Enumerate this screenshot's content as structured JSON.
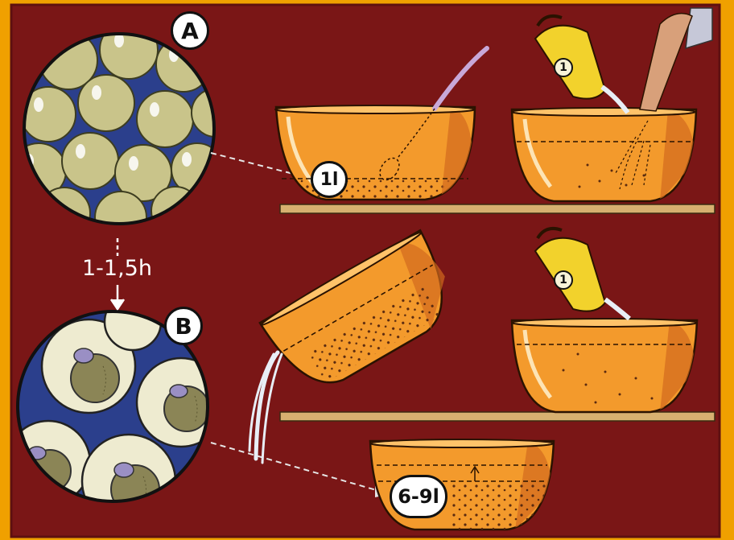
{
  "colors": {
    "border": "#f0a000",
    "background": "#7a1616",
    "shelf": "#d7b070",
    "bowl": "#f39a2c",
    "bowl_rim": "#ffc36a",
    "bowl_edge": "#d2691e",
    "seed_dry": "#c9c48a",
    "seed_soaked": "#8b8556",
    "seed_gap_blue": "#2b3f8c",
    "water": "#e8eef6",
    "cup": "#f2d22c"
  },
  "labels": {
    "stage_a": "A",
    "stage_b": "B",
    "duration": "1-1,5h",
    "volume_first": "1l",
    "volume_final": "6-9l",
    "cup_top": "1",
    "cup_middle": "1"
  },
  "icons": [
    "spoon-icon",
    "measuring-cup-icon",
    "hand-icon",
    "arrow-down-icon"
  ]
}
